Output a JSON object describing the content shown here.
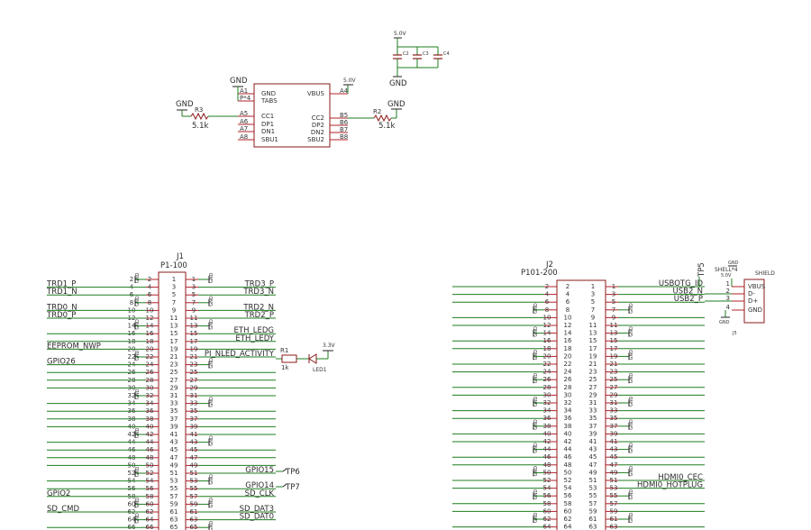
{
  "colors": {
    "wire": "#1d7d1d",
    "pin": "#b3202a",
    "body": "#8b1a1a",
    "text": "#222222"
  },
  "usbc": {
    "left_pins": [
      {
        "pin": "A1",
        "label": "GND"
      },
      {
        "pin": "P*4",
        "label": "TABS"
      },
      {
        "pin": "A5",
        "label": "CC1"
      },
      {
        "pin": "A6",
        "label": "DP1"
      },
      {
        "pin": "A7",
        "label": "DN1"
      },
      {
        "pin": "A8",
        "label": "SBU1"
      }
    ],
    "right_pins": [
      {
        "pin": "A4",
        "label": "VBUS"
      },
      {
        "pin": "B5",
        "label": "CC2"
      },
      {
        "pin": "B6",
        "label": "DP2"
      },
      {
        "pin": "B7",
        "label": "DN2"
      },
      {
        "pin": "B8",
        "label": "SBU2"
      }
    ],
    "gnd_top": "GND",
    "vbus_supply": "5.0V",
    "r3": {
      "name": "R3",
      "value": "5.1k",
      "gnd": "GND"
    },
    "r2": {
      "name": "R2",
      "value": "5.1k",
      "gnd": "GND"
    }
  },
  "caps": {
    "supply": "5.0V",
    "labels": [
      "C2",
      "C3",
      "C4"
    ],
    "gnd": "GND"
  },
  "j1": {
    "name": "J1",
    "value": "P1-100",
    "left_nets": [
      {
        "row": 4,
        "text": "TRD1_P"
      },
      {
        "row": 6,
        "text": "TRD1_N"
      },
      {
        "row": 10,
        "text": "TRD0_N"
      },
      {
        "row": 12,
        "text": "TRD0_P"
      },
      {
        "row": 20,
        "text": "EEPROM_NWP"
      },
      {
        "row": 24,
        "text": "GPIO26"
      },
      {
        "row": 58,
        "text": "GPIO2"
      },
      {
        "row": 62,
        "text": "SD_CMD"
      }
    ],
    "right_nets": [
      {
        "row": 3,
        "text": "TRD3_P"
      },
      {
        "row": 5,
        "text": "TRD3_N"
      },
      {
        "row": 9,
        "text": "TRD2_N"
      },
      {
        "row": 11,
        "text": "TRD2_P"
      },
      {
        "row": 15,
        "text": "ETH_LEDG"
      },
      {
        "row": 17,
        "text": "ETH_LEDY"
      },
      {
        "row": 21,
        "text": "PI_NLED_ACTIVITY"
      },
      {
        "row": 51,
        "text": "GPIO15"
      },
      {
        "row": 55,
        "text": "GPIO14"
      },
      {
        "row": 57,
        "text": "SD_CLK"
      },
      {
        "row": 61,
        "text": "SD_DAT3"
      },
      {
        "row": 63,
        "text": "SD_DAT0"
      }
    ],
    "tp6": "TP6",
    "tp7": "TP7"
  },
  "led": {
    "r1": "R1",
    "r1_value": "1k",
    "led": "LED1",
    "supply": "3.3V"
  },
  "j2": {
    "name": "J2",
    "value": "P101-200",
    "right_nets": [
      {
        "row": 1,
        "text": "USBOTG_ID"
      },
      {
        "row": 3,
        "text": "USB2_N"
      },
      {
        "row": 5,
        "text": "USB2_P"
      },
      {
        "row": 51,
        "text": "HDMI0_CEC"
      },
      {
        "row": 53,
        "text": "HDMI0_HOTPLUG"
      }
    ],
    "tp5": "TP5"
  },
  "j5": {
    "name": "J5",
    "pins": [
      {
        "num": "1",
        "label": "VBUS"
      },
      {
        "num": "2",
        "label": "D-"
      },
      {
        "num": "3",
        "label": "D+"
      },
      {
        "num": "4",
        "label": "GND"
      }
    ],
    "shield": "SHIELD",
    "shield_pin": "SHELL*4",
    "supply": "5.0V",
    "gnd_top": "GND",
    "gnd_bottom": "GND"
  },
  "gnd_text": "GND"
}
